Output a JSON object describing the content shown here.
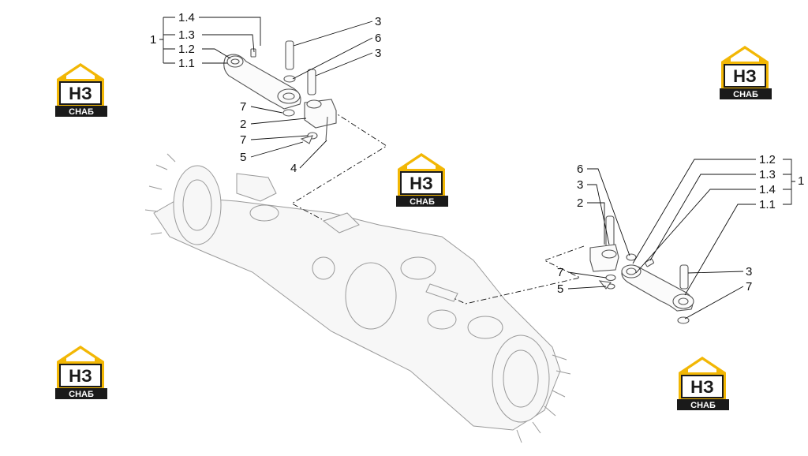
{
  "colors": {
    "logo_accent": "#f2b705",
    "logo_dark": "#1a1a1a",
    "lines": "#111111"
  },
  "logo": {
    "letters": "НЗ",
    "word": "СНАБ",
    "icon": "house-logo-icon"
  },
  "callouts": {
    "left": {
      "group": "1",
      "sub_1_4": "1.4",
      "sub_1_3": "1.3",
      "sub_1_2": "1.2",
      "sub_1_1": "1.1",
      "pin_a": "3",
      "washer": "6",
      "pin_b": "3",
      "spacer_a": "7",
      "bracket": "2",
      "spacer_b": "7",
      "clip": "5",
      "bolt": "4"
    },
    "right": {
      "group": "1",
      "sub_1_2": "1.2",
      "sub_1_3": "1.3",
      "sub_1_4": "1.4",
      "sub_1_1": "1.1",
      "washer": "6",
      "pin_a": "3",
      "bracket": "2",
      "spacer_a": "7",
      "clip": "5",
      "pin_b": "3",
      "spacer_b": "7"
    }
  }
}
